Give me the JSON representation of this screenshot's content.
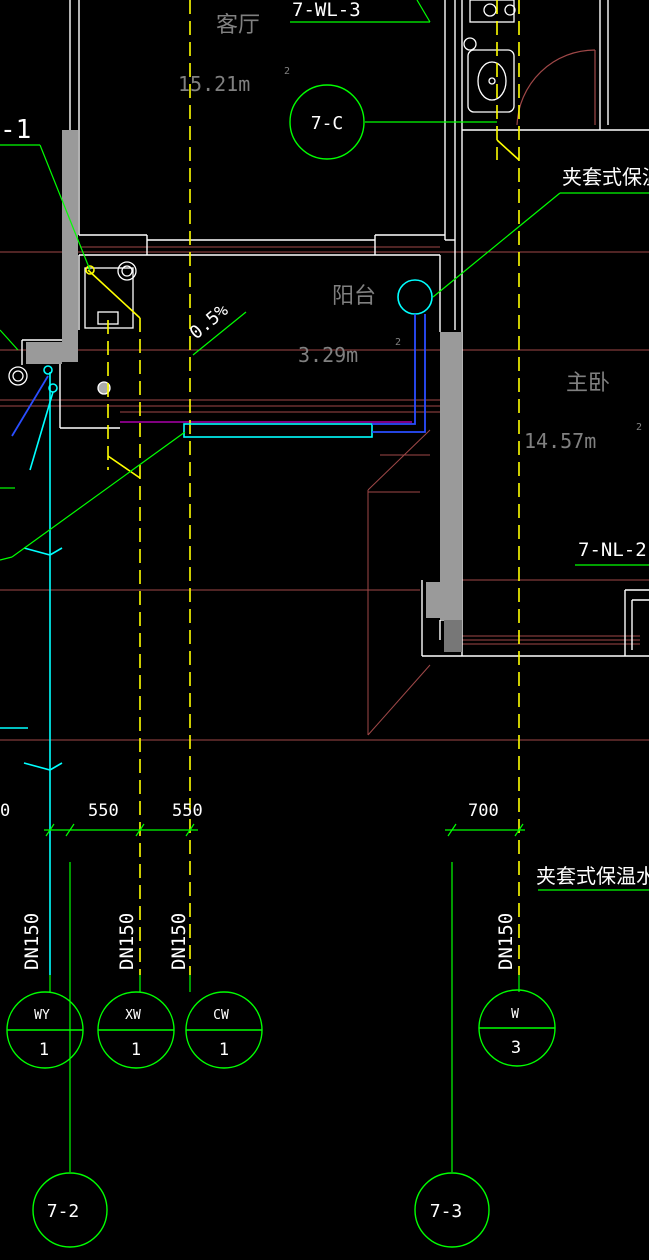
{
  "rooms": {
    "living_room": {
      "name": "客厅",
      "area": "15.21m",
      "unit_sup": "2"
    },
    "balcony": {
      "name": "阳台",
      "area": "3.29m",
      "unit_sup": "2"
    },
    "master_bedroom": {
      "name": "主卧",
      "area": "14.57m",
      "unit_sup": "2"
    }
  },
  "labels": {
    "top_riser": "7-WL-3",
    "left_riser": "-1",
    "right_riser": "7-NL-2",
    "note_upper": "夹套式保温",
    "note_lower": "夹套式保温水",
    "slope": "0.5%"
  },
  "axis_bubbles": {
    "axis_7c": "7-C",
    "axis_72": "7-2",
    "axis_73": "7-3"
  },
  "dimensions": {
    "left_cut": "0",
    "d1": "550",
    "d2": "550",
    "d3": "700"
  },
  "pipe_sizes": [
    "DN150",
    "DN150",
    "DN150",
    "DN150"
  ],
  "pipe_tags": [
    {
      "top": "WY",
      "bottom": "1"
    },
    {
      "top": "XW",
      "bottom": "1"
    },
    {
      "top": "CW",
      "bottom": "1"
    },
    {
      "top": "W",
      "bottom": "3"
    }
  ],
  "colors": {
    "background": "#000000",
    "wall": "#ffffff",
    "wall_hatch": "#9a9a9a",
    "dimension": "#00ff00",
    "pipe_yellow": "#ffff00",
    "pipe_cyan": "#00ffff",
    "pipe_blue": "#2a4dff",
    "grid_red": "#a04848",
    "magenta": "#ff00ff"
  }
}
